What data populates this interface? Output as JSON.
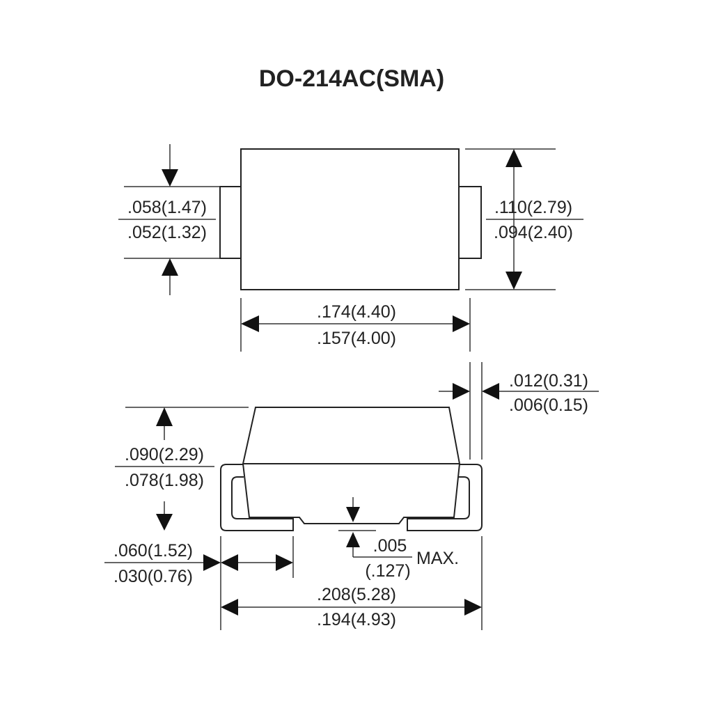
{
  "title": "DO-214AC(SMA)",
  "top_view": {
    "lead_height": {
      "max": ".058(1.47)",
      "min": ".052(1.32)"
    },
    "body_height": {
      "max": ".110(2.79)",
      "min": ".094(2.40)"
    },
    "body_length": {
      "max": ".174(4.40)",
      "min": ".157(4.00)"
    }
  },
  "side_view": {
    "lead_thickness": {
      "max": ".012(0.31)",
      "min": ".006(0.15)"
    },
    "overall_height": {
      "max": ".090(2.29)",
      "min": ".078(1.98)"
    },
    "lead_length": {
      "max": ".060(1.52)",
      "min": ".030(0.76)"
    },
    "standoff": {
      "value": ".005",
      "metric": "(.127)",
      "suffix": "MAX."
    },
    "overall_length": {
      "max": ".208(5.28)",
      "min": ".194(4.93)"
    }
  }
}
